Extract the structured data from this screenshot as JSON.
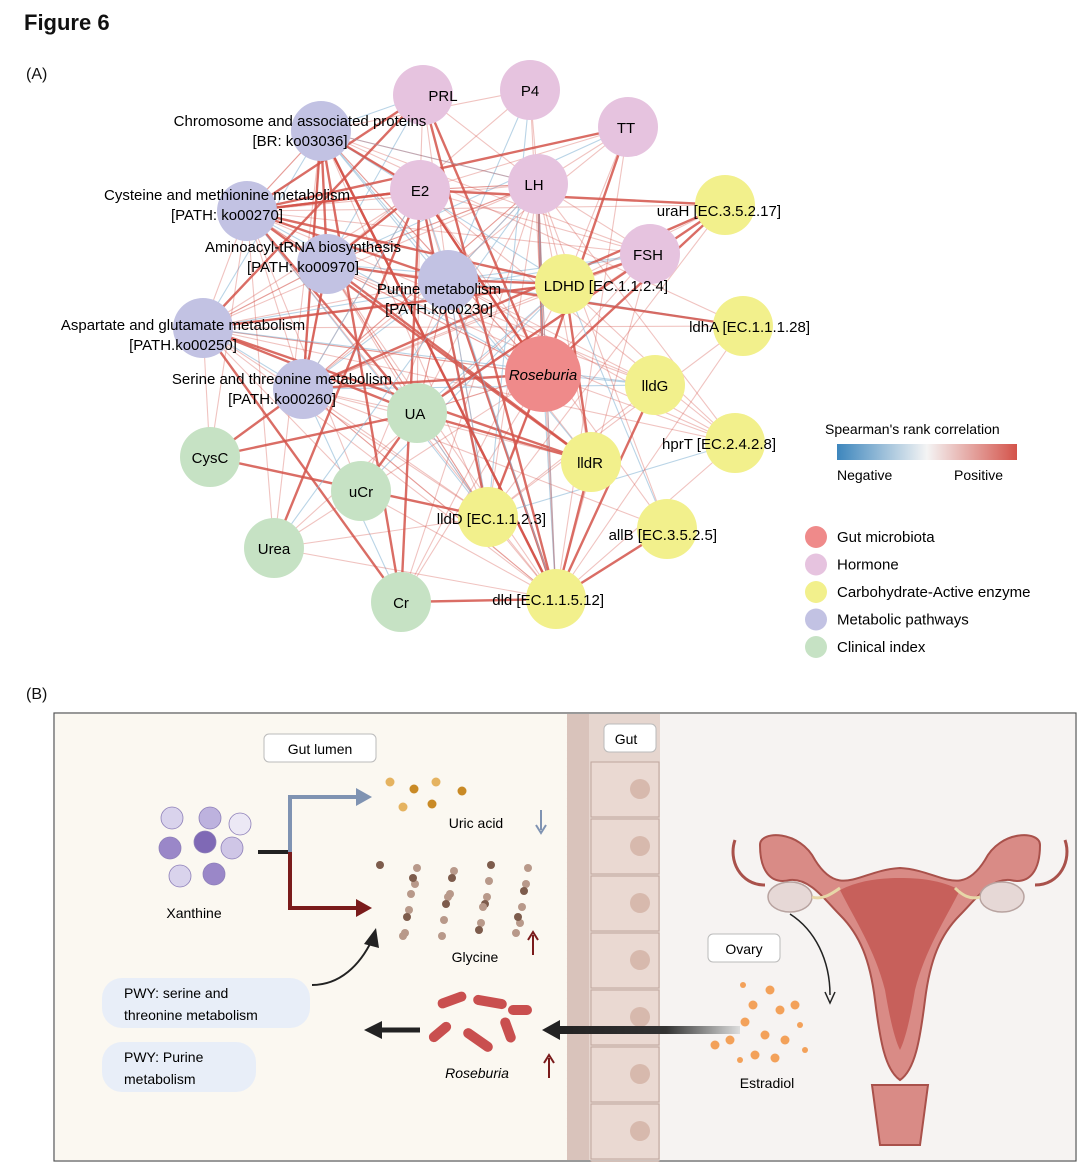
{
  "figure_title": "Figure 6",
  "panel_a": {
    "label": "(A)",
    "nodes": [
      {
        "id": "roseburia",
        "label": "Roseburia",
        "group": "gut",
        "italic": true
      },
      {
        "id": "prl",
        "label": "PRL",
        "group": "hormone"
      },
      {
        "id": "p4",
        "label": "P4",
        "group": "hormone"
      },
      {
        "id": "tt",
        "label": "TT",
        "group": "hormone"
      },
      {
        "id": "e2",
        "label": "E2",
        "group": "hormone"
      },
      {
        "id": "lh",
        "label": "LH",
        "group": "hormone"
      },
      {
        "id": "fsh",
        "label": "FSH",
        "group": "hormone"
      },
      {
        "id": "urah",
        "label": "uraH [EC.3.5.2.17]",
        "group": "enzyme"
      },
      {
        "id": "ldhd",
        "label": "LDHD [EC.1.1.2.4]",
        "group": "enzyme"
      },
      {
        "id": "ldha",
        "label": "ldhA [EC.1.1.1.28]",
        "group": "enzyme"
      },
      {
        "id": "lldg",
        "label": "lldG",
        "group": "enzyme"
      },
      {
        "id": "hprt",
        "label": "hprT [EC.2.4.2.8]",
        "group": "enzyme"
      },
      {
        "id": "lldr",
        "label": "lldR",
        "group": "enzyme"
      },
      {
        "id": "alib",
        "label": "allB [EC.3.5.2.5]",
        "group": "enzyme"
      },
      {
        "id": "lldd",
        "label": "lldD [EC.1.1.2.3]",
        "group": "enzyme"
      },
      {
        "id": "dld",
        "label": "dld [EC.1.1.5.12]",
        "group": "enzyme"
      },
      {
        "id": "chrom",
        "label": "Chromosome and associated proteins",
        "label2": "[BR: ko03036]",
        "group": "pathway"
      },
      {
        "id": "cys",
        "label": "Cysteine and methionine metabolism",
        "label2": "[PATH: ko00270]",
        "group": "pathway"
      },
      {
        "id": "amino",
        "label": "Aminoacyl-tRNA biosynthesis",
        "label2": "[PATH: ko00970]",
        "group": "pathway"
      },
      {
        "id": "purine",
        "label": "Purine metabolism",
        "label2": "[PATH.ko00230]",
        "group": "pathway"
      },
      {
        "id": "asp",
        "label": "Aspartate and glutamate metabolism",
        "label2": "[PATH.ko00250]",
        "group": "pathway"
      },
      {
        "id": "ser",
        "label": "Serine and threonine metabolism",
        "label2": "[PATH.ko00260]",
        "group": "pathway"
      },
      {
        "id": "ua",
        "label": "UA",
        "group": "clinical"
      },
      {
        "id": "cysc",
        "label": "CysC",
        "group": "clinical"
      },
      {
        "id": "ucr",
        "label": "uCr",
        "group": "clinical"
      },
      {
        "id": "urea",
        "label": "Urea",
        "group": "clinical"
      },
      {
        "id": "cr",
        "label": "Cr",
        "group": "clinical"
      }
    ],
    "colorbar": {
      "title": "Spearman's rank correlation",
      "neg": "Negative",
      "pos": "Positive",
      "neg_color": "#3d86bd",
      "mid_color": "#f4f4f4",
      "pos_color": "#d4534a"
    },
    "legend": [
      {
        "label": "Gut microbiota",
        "color": "#ef8a8a"
      },
      {
        "label": "Hormone",
        "color": "#e6c3df"
      },
      {
        "label": "Carbohydrate-Active enzyme",
        "color": "#f2f08c"
      },
      {
        "label": "Metabolic pathways",
        "color": "#c2c2e3"
      },
      {
        "label": "Clinical index",
        "color": "#c6e2c4"
      }
    ]
  },
  "panel_b": {
    "label": "(B)",
    "gut_lumen": "Gut lumen",
    "gut": "Gut",
    "xanthine": "Xanthine",
    "uric_acid": "Uric acid",
    "glycine": "Glycine",
    "pwy1_line1": "PWY: serine and",
    "pwy1_line2": "threonine metabolism",
    "pwy2_line1": "PWY: Purine",
    "pwy2_line2": "metabolism",
    "roseburia": "Roseburia",
    "ovary": "Ovary",
    "estradiol": "Estradiol"
  },
  "colors": {
    "hormone": "#e6c3df",
    "enzyme": "#f2f08c",
    "pathway": "#c2c2e3",
    "clinical": "#c6e2c4",
    "gut": "#ef8a8a",
    "pos_edge": "#d4534a",
    "neg_edge": "#8bb7d6",
    "dark_red": "#7a1b1b",
    "blue_gray": "#7f93b2"
  }
}
